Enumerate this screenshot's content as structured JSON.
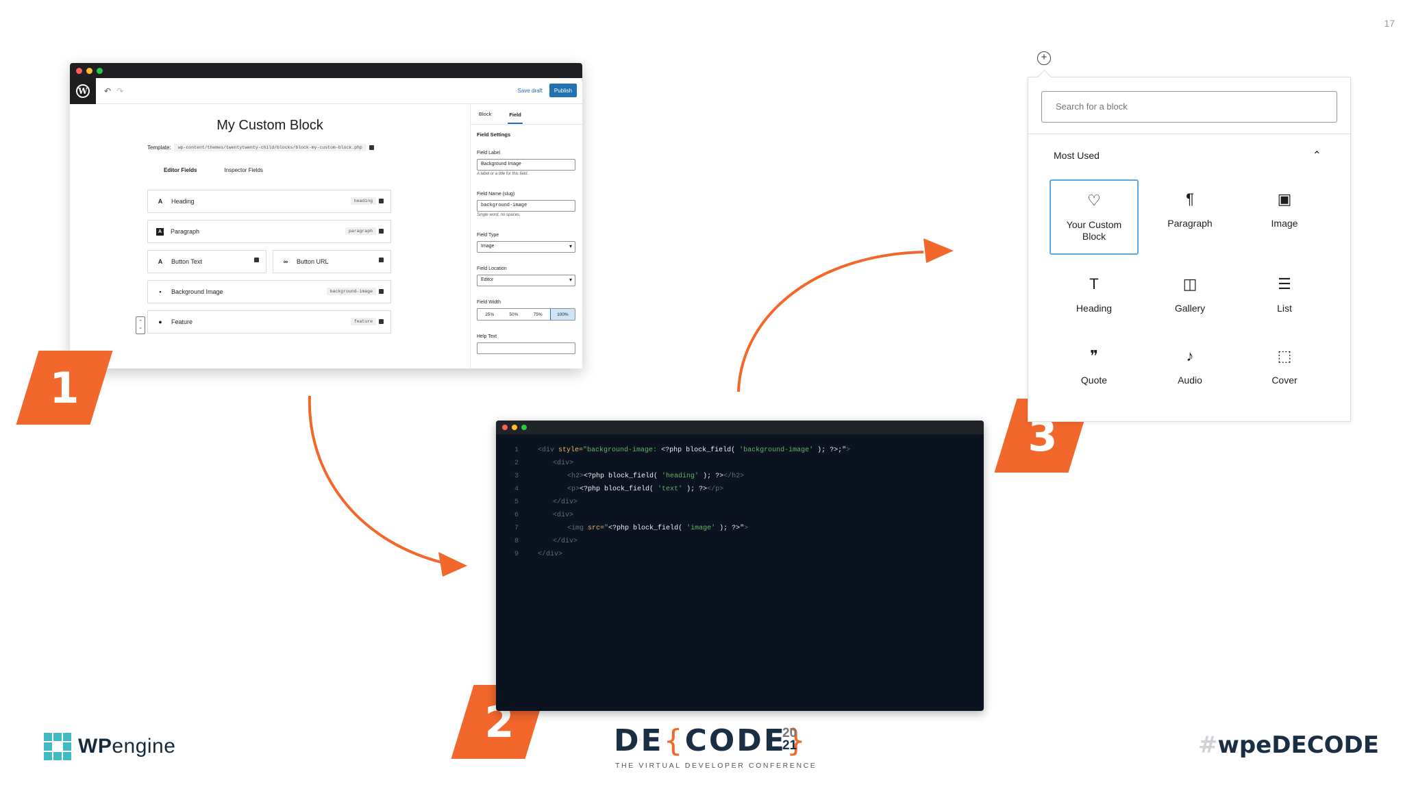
{
  "slide": {
    "page_number": "17"
  },
  "editor": {
    "undo_icon": "undo-icon",
    "redo_icon": "redo-icon",
    "save_draft": "Save draft",
    "publish": "Publish",
    "title": "My Custom Block",
    "template_label": "Template:",
    "template_path": "wp-content/themes/twentytwenty-child/blocks/block-my-custom-block.php",
    "tabs": [
      "Editor Fields",
      "Inspector Fields"
    ],
    "fields": [
      {
        "icon": "A",
        "label": "Heading",
        "slug": "heading"
      },
      {
        "icon": "A",
        "label": "Paragraph",
        "slug": "paragraph"
      },
      {
        "icon": "A",
        "label": "Button Text",
        "slug": ""
      },
      {
        "icon": "∞",
        "label": "Button URL",
        "slug": ""
      },
      {
        "icon": "▪",
        "label": "Background Image",
        "slug": "background-image"
      },
      {
        "icon": "●",
        "label": "Feature",
        "slug": "feature"
      }
    ],
    "add_block": "+",
    "panel": {
      "tabs": [
        "Block",
        "Field"
      ],
      "heading": "Field Settings",
      "field_label_label": "Field Label",
      "field_label_value": "Background Image",
      "field_label_help": "A label or a title for this field.",
      "field_name_label": "Field Name (slug)",
      "field_name_value": "background-image",
      "field_name_help": "Single word, no spaces.",
      "field_type_label": "Field Type",
      "field_type_value": "Image",
      "field_location_label": "Field Location",
      "field_location_value": "Editor",
      "field_width_label": "Field Width",
      "field_width_options": [
        "25%",
        "50%",
        "75%",
        "100%"
      ],
      "help_text_label": "Help Text"
    }
  },
  "badges": [
    "1",
    "2",
    "3"
  ],
  "code": {
    "line_numbers": [
      "1",
      "2",
      "3",
      "4",
      "5",
      "6",
      "7",
      "8",
      "9"
    ],
    "l1": {
      "open": "<div",
      "attr": " style=",
      "q1": "\"background-image: ",
      "php": "<?php block_field( ",
      "arg": "'background-image'",
      "end": " ); ?>;\"",
      "close": ">"
    },
    "l2": "<div>",
    "l3": {
      "open": "<h2>",
      "php": "<?php block_field( ",
      "arg": "'heading'",
      "end": " ); ?>",
      "close": "</h2>"
    },
    "l4": {
      "open": "<p>",
      "php": "<?php block_field( ",
      "arg": "'text'",
      "end": " ); ?>",
      "close": "</p>"
    },
    "l5": "</div>",
    "l6": "<div>",
    "l7": {
      "open": "<img",
      "attr": " src=",
      "q1": "\"",
      "php": "<?php block_field( ",
      "arg": "'image'",
      "end": " ); ?>\"",
      "close": ">"
    },
    "l8": "</div>",
    "l9": "</div>"
  },
  "inserter": {
    "plus_icon": "⊕",
    "search_placeholder": "Search for a block",
    "section": "Most Used",
    "items": [
      {
        "icon": "♡",
        "label": "Your Custom Block"
      },
      {
        "icon": "¶",
        "label": "Paragraph"
      },
      {
        "icon": "▣",
        "label": "Image"
      },
      {
        "icon": "T",
        "label": "Heading"
      },
      {
        "icon": "◫",
        "label": "Gallery"
      },
      {
        "icon": "☰",
        "label": "List"
      },
      {
        "icon": "❞",
        "label": "Quote"
      },
      {
        "icon": "♪",
        "label": "Audio"
      },
      {
        "icon": "⬚",
        "label": "Cover"
      }
    ]
  },
  "footer": {
    "wpengine_bold": "WP",
    "wpengine_rest": "engine",
    "decode_left": "DE",
    "decode_brace_open": "{",
    "decode_middle": "CODE",
    "decode_brace_close": "}",
    "decode_year_top": "20",
    "decode_year_bottom": "21",
    "decode_subtitle": "THE VIRTUAL DEVELOPER CONFERENCE",
    "hashtag_symbol": "#",
    "hashtag_text": "wpeDECODE"
  },
  "colors": {
    "accent_orange": "#f2672c",
    "wp_blue": "#2271b1",
    "code_bg": "#0b1220",
    "selection_blue": "#5aa9e6"
  }
}
